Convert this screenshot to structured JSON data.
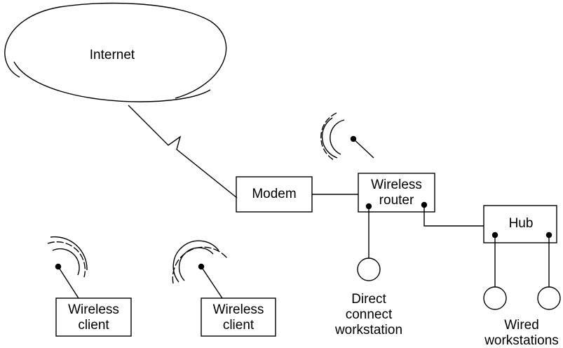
{
  "labels": {
    "internet": "Internet",
    "modem": "Modem",
    "router": "Wireless\nrouter",
    "hub": "Hub",
    "client_1": "Wireless\nclient",
    "client_2": "Wireless\nclient",
    "direct_ws": "Direct\nconnect\nworkstation",
    "wired_ws": "Wired\nworkstations"
  }
}
